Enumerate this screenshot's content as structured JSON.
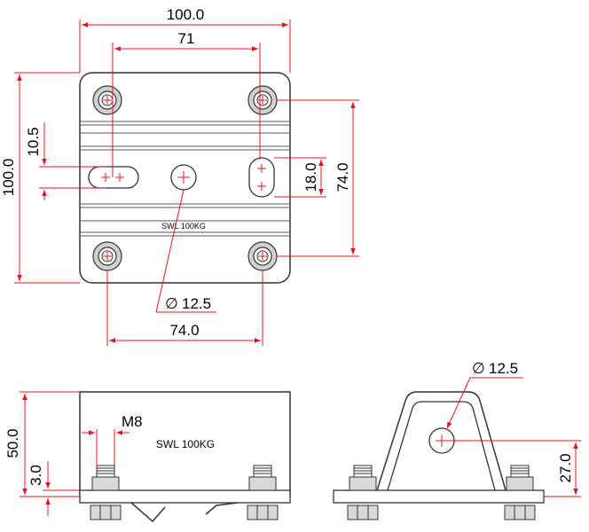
{
  "dimensions": {
    "top_width": "100.0",
    "hole_spacing": "71",
    "left_height": "100.0",
    "slot_offset": "10.5",
    "slot_length": "18.0",
    "bolt_spacing_vertical": "74.0",
    "bolt_spacing_horizontal": "74.0",
    "center_hole_dia": "12.5",
    "bolt_size": "M8",
    "front_height": "50.0",
    "plate_thickness": "3.0",
    "side_hole_dia": "12.5",
    "side_hole_height": "27.0"
  },
  "labels": {
    "plate_marking": "SWL 100KG",
    "diameter_symbol": "∅"
  },
  "colors": {
    "dimension": "#e8141c",
    "outline": "#333333",
    "part_fill": "#ffffff",
    "shade": "#d8d8d8"
  }
}
